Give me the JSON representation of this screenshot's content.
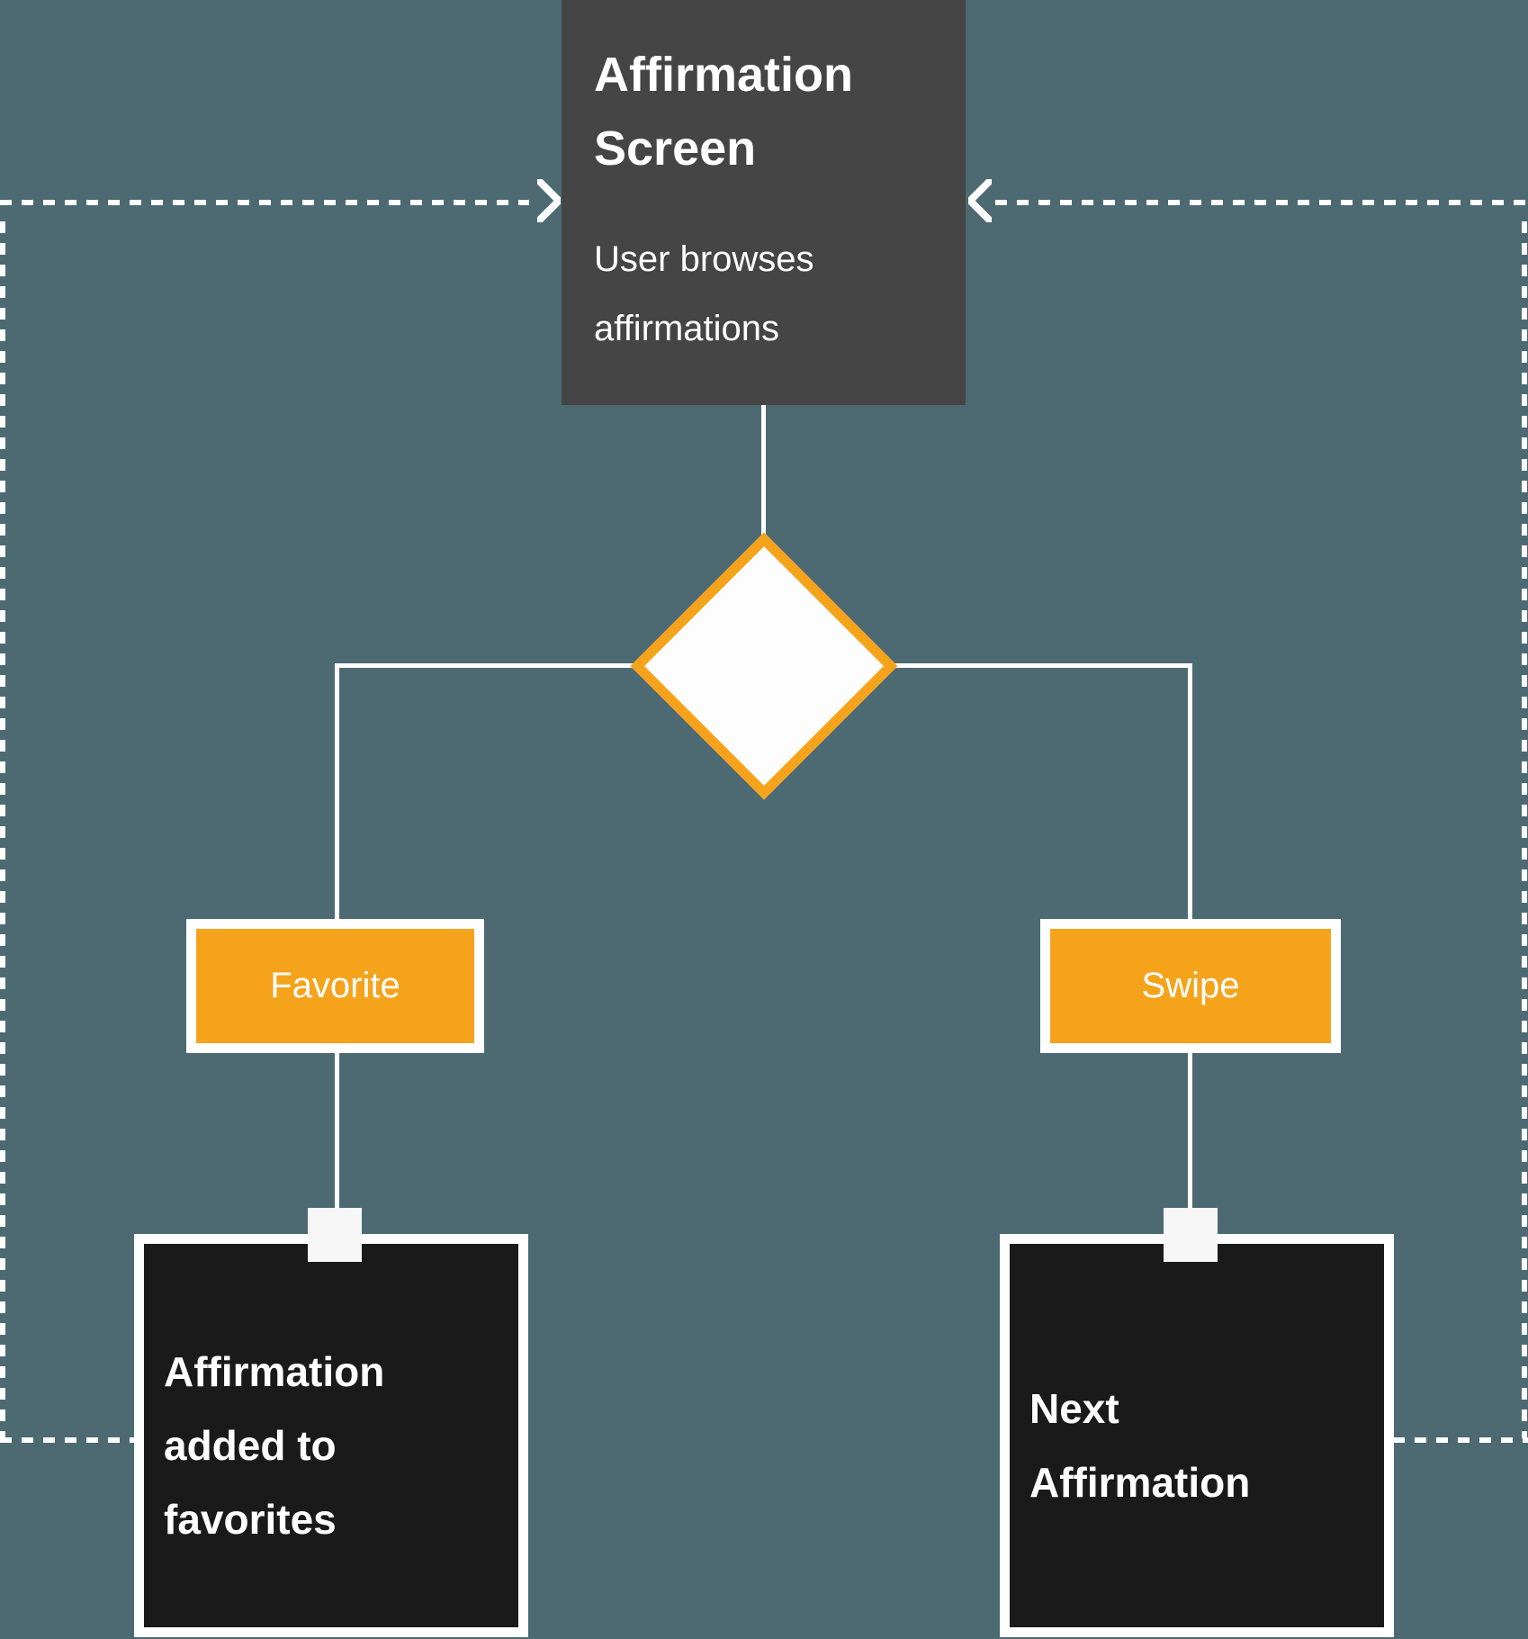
{
  "palette": {
    "background": "#4D6A73",
    "screen_node_bg": "#454545",
    "outcome_node_bg": "#1A1A1A",
    "accent_orange": "#F5A31B",
    "connector_white": "#FFFFFF"
  },
  "screen_node": {
    "title": "Affirmation Screen",
    "subtitle": "User browses affirmations"
  },
  "action_nodes": {
    "favorite_label": "Favorite",
    "swipe_label": "Swipe"
  },
  "outcome_nodes": {
    "favorite_added_label": "Affirmation added to favorites",
    "next_affirmation_label": "Next Affirmation"
  }
}
